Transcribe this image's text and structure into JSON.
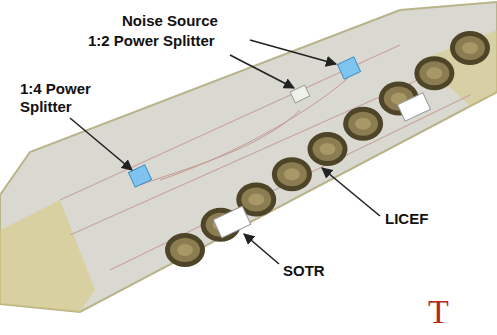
{
  "diagram": {
    "labels": [
      "Noise Source",
      "1:2 Power Splitter",
      "1:4 Power Splitter",
      "LICEF",
      "SOTR",
      "T"
    ]
  }
}
